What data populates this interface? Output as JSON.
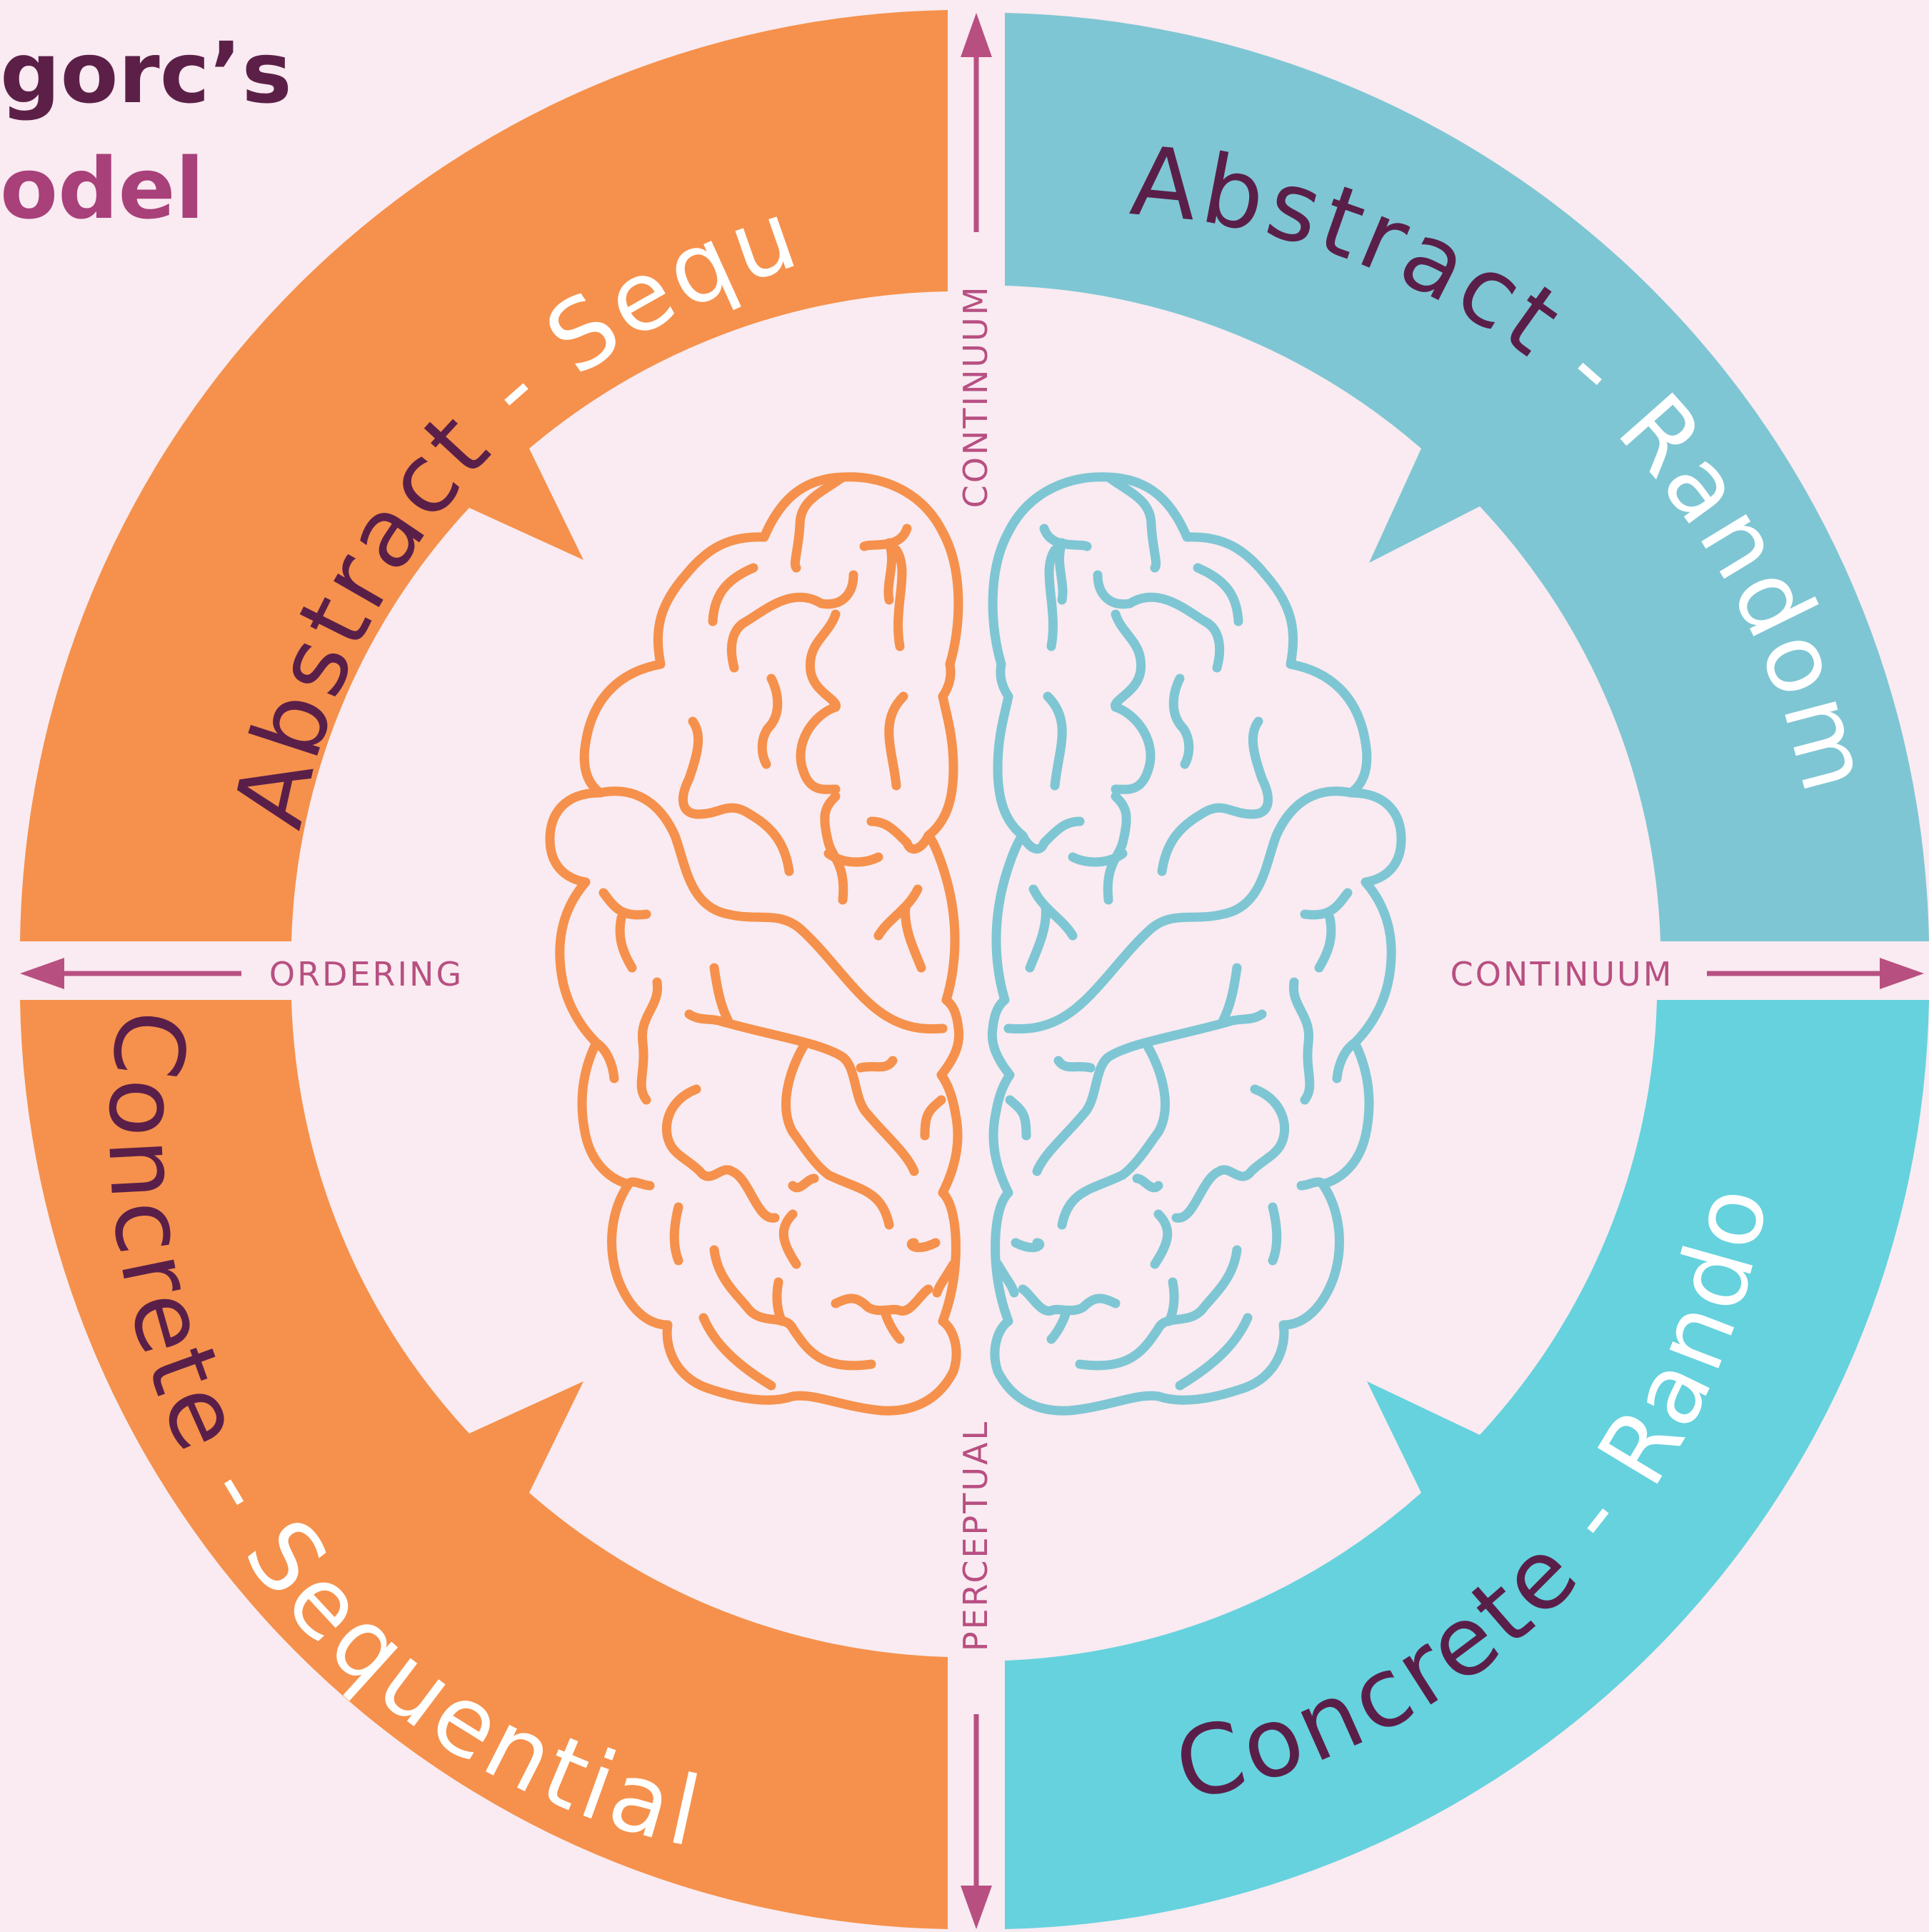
{
  "title": {
    "line1": "gorc’s",
    "line2": "odel"
  },
  "quadrants": {
    "abstract_sequential": "Abstract - Sequential",
    "abstract_random": "Abstract - Random",
    "concrete_sequential": "Concrete - Sequential",
    "concrete_random": "Concrete - Random"
  },
  "axes": {
    "top": "CONTINUUM",
    "bottom": "PERCEPTUAL",
    "left": "ORDERING",
    "right": "CONTINUUM"
  },
  "colors": {
    "background": "#f9ebf1",
    "abstract_sequential": "#f5914c",
    "concrete_sequential": "#f5914c",
    "abstract_random": "#7fc6d4",
    "concrete_random": "#66d2de",
    "brain_left": "#f5914c",
    "brain_right": "#7fc6d4",
    "axis": "#b84f81",
    "title_dark": "#5c2048",
    "title_accent": "#a8407a",
    "label_dark": "#5a1f49",
    "label_light": "#ffffff"
  }
}
